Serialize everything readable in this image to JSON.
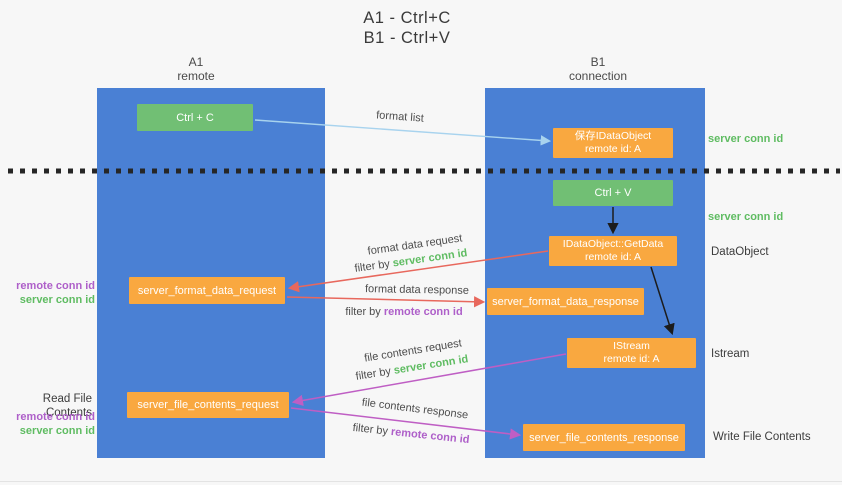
{
  "title": {
    "line1": "A1 - Ctrl+C",
    "line2": "B1 - Ctrl+V"
  },
  "columns": {
    "a": {
      "id": "A1",
      "name": "remote"
    },
    "b": {
      "id": "B1",
      "name": "connection"
    }
  },
  "nodes": {
    "ctrl_c": {
      "label": "Ctrl + C"
    },
    "ctrl_v": {
      "label": "Ctrl + V"
    },
    "save_dataobject": {
      "line1": "保存IDataObject",
      "line2": "remote id: A"
    },
    "getdata": {
      "line1": "IDataObject::GetData",
      "line2": "remote id: A"
    },
    "istream": {
      "line1": "IStream",
      "line2": "remote id: A"
    },
    "format_request": {
      "label": "server_format_data_request"
    },
    "format_response": {
      "label": "server_format_data_response"
    },
    "file_request": {
      "label": "server_file_contents_request"
    },
    "file_response": {
      "label": "server_file_contents_response"
    }
  },
  "arrow_labels": {
    "format_list": "format list",
    "format_data_request": "format data request",
    "format_data_request_filter": {
      "prefix": "filter by ",
      "id": "server conn id"
    },
    "format_data_response": "format data response",
    "format_data_response_filter": {
      "prefix": "filter by ",
      "id": "remote conn id"
    },
    "file_contents_request": "file contents request",
    "file_contents_request_filter": {
      "prefix": "filter by ",
      "id": "server conn id"
    },
    "file_contents_response": "file contents response",
    "file_contents_response_filter": {
      "prefix": "filter by ",
      "id": "remote conn id"
    }
  },
  "annotations": {
    "left": {
      "format_remote": "remote conn id",
      "format_server": "server conn id",
      "read_file": "Read File Contents",
      "file_remote": "remote conn id",
      "file_server": "server conn id"
    },
    "right": {
      "server_conn_1": "server conn id",
      "server_conn_2": "server conn id",
      "dataobject": "DataObject",
      "istream": "Istream",
      "write_file": "Write File Contents"
    }
  },
  "colors": {
    "column": "#4a80d4",
    "node_green": "#71bf74",
    "node_orange": "#f9a840",
    "arrow_blue": "#a8d3ee",
    "arrow_red": "#e8685d",
    "arrow_magenta": "#bf5ec4",
    "arrow_black": "#1c1c1c",
    "highlight_green": "#5fbc62",
    "highlight_purple": "#ae5fc9"
  }
}
